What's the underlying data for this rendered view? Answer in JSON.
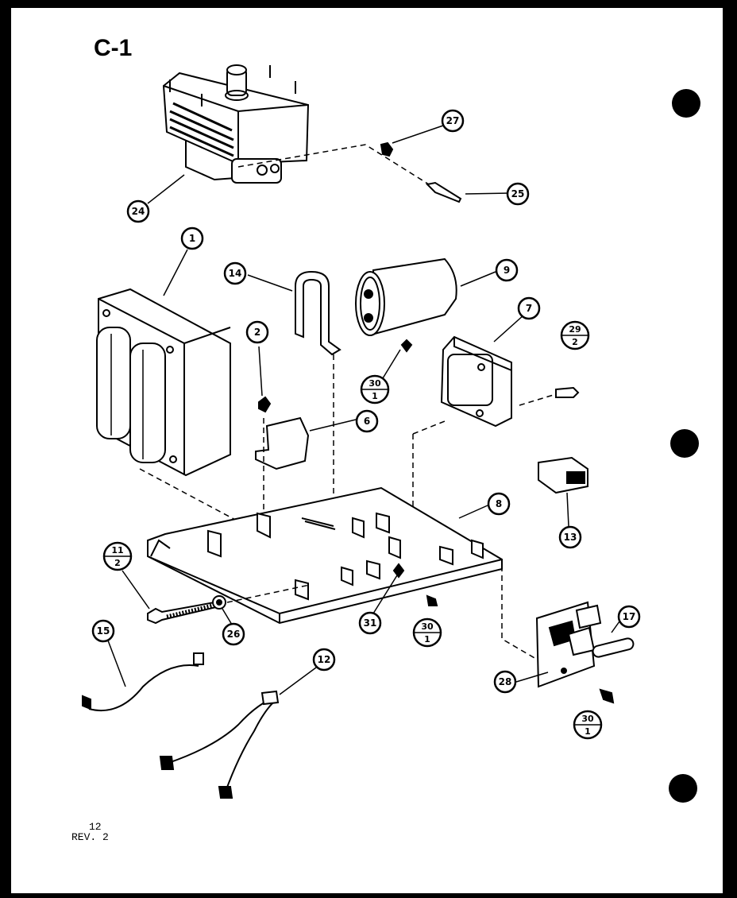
{
  "diagram": {
    "title": "C-1",
    "footer": {
      "page": "12",
      "revision": "REV. 2"
    },
    "callouts": {
      "c1": "1",
      "c2": "2",
      "c6": "6",
      "c7": "7",
      "c8": "8",
      "c9": "9",
      "c12": "12",
      "c13": "13",
      "c14": "14",
      "c15": "15",
      "c17": "17",
      "c24": "24",
      "c25": "25",
      "c26": "26",
      "c27": "27",
      "c28": "28",
      "c31": "31"
    },
    "fractions": {
      "f30_1_top": {
        "num": "30",
        "den": "1"
      },
      "f30_1_mid": {
        "num": "30",
        "den": "1"
      },
      "f30_1_bottom": {
        "num": "30",
        "den": "1"
      },
      "f29_2": {
        "num": "29",
        "den": "2"
      },
      "f11_2": {
        "num": "11",
        "den": "2"
      }
    }
  }
}
